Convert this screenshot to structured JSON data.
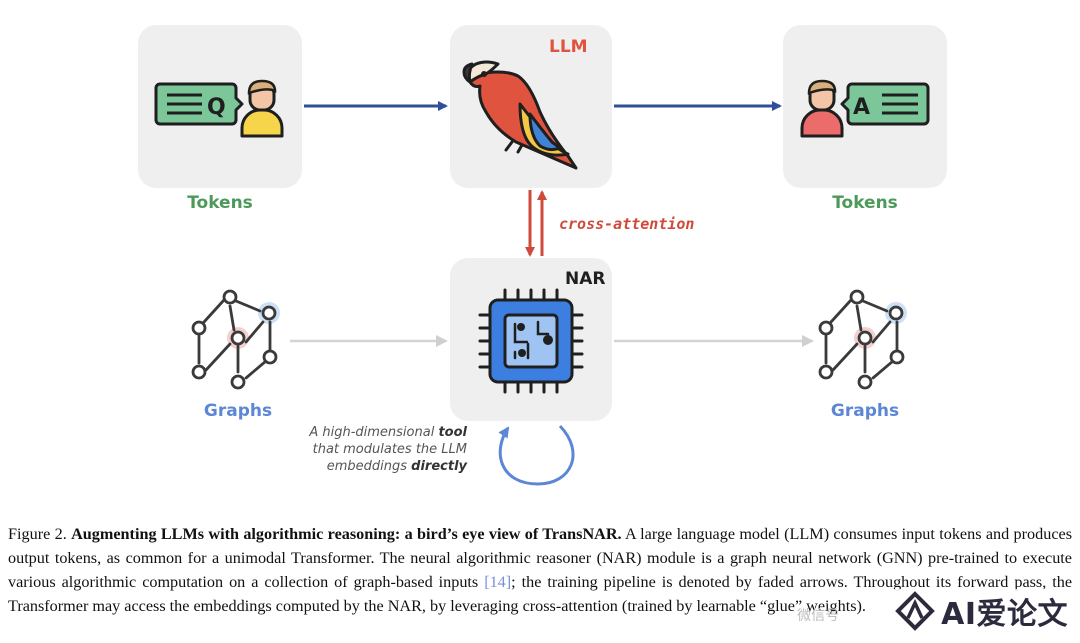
{
  "diagram": {
    "llm_label": "LLM",
    "nar_label": "NAR",
    "tokens_in_label": "Tokens",
    "tokens_out_label": "Tokens",
    "graphs_in_label": "Graphs",
    "graphs_out_label": "Graphs",
    "cross_attention_label": "cross-attention",
    "question_glyph": "Q",
    "answer_glyph": "A",
    "tool_note": {
      "line1_prefix": "A high-dimensional ",
      "line1_bold": "tool",
      "line2": "that modulates the LLM",
      "line3_prefix": "embeddings ",
      "line3_bold": "directly"
    },
    "colors": {
      "tile": "#efefef",
      "tokens_green": "#4c9a5a",
      "graphs_blue": "#5b87d6",
      "llm_red": "#e0533f",
      "main_arrow": "#2f4f9a",
      "faded_arrow": "#d4d4d4",
      "cross_attention": "#cf4a3a"
    },
    "icons": [
      "speech-bubble-q-icon",
      "user-icon",
      "parrot-icon",
      "chip-icon",
      "graph-icon",
      "loop-arrow-icon"
    ]
  },
  "caption": {
    "figure_label": "Figure 2.",
    "title": "Augmenting LLMs with algorithmic reasoning: a bird’s eye view of TransNAR.",
    "text_part1": "A large language model (LLM) consumes input tokens and produces output tokens, as common for a unimodal Transformer. The neural algorithmic reasoner (NAR) module is a graph neural network (GNN) pre-trained to execute various algorithmic computation on a collection of graph-based inputs ",
    "citation": "[14]",
    "text_part2": "; the training pipeline is denoted by faded arrows. Throughout its forward pass, the Transformer may access the embeddings computed by the NAR, by leveraging cross-attention (trained by learnable “glue” weights)."
  },
  "watermark": {
    "chat_text": "微信号",
    "brand_text": "AI爱论文"
  }
}
